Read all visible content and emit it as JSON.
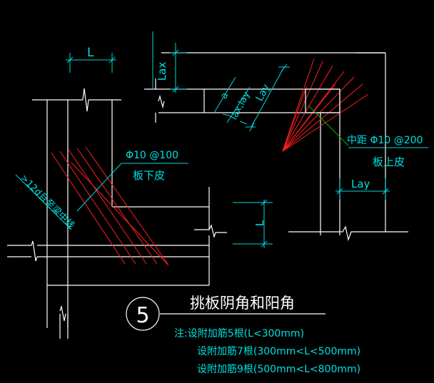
{
  "labels": {
    "dim_L_top": "L",
    "dim_Lax_vertical": "Lax",
    "dim_Lay_diagonal": "Lay",
    "dim_a": "a",
    "dim_lax_lay": "lax,lay",
    "rebar_bottom_spec": "Φ10 @100",
    "rebar_bottom_note": "板下皮",
    "rebar_top_spec": "中距  Φ10 @200",
    "rebar_top_note": "板上皮",
    "dim_Lay_right": "Lay",
    "dim_L_right": "L",
    "anchorage_note": ">12d且至梁中线",
    "detail_number": "5",
    "detail_title": "挑板阴角和阳角",
    "note_line_1": "注:设附加筋5根(L<300mm)",
    "note_line_2": "设附加筋7根(300mm<L<500mm)",
    "note_line_3": "设附加筋9根(500mm<L<800mm)"
  },
  "colors": {
    "background": "#000000",
    "outline": "#ffffff",
    "dimension": "#00d8d8",
    "rebar": "#ff1e1e",
    "leader": "#00b000"
  }
}
